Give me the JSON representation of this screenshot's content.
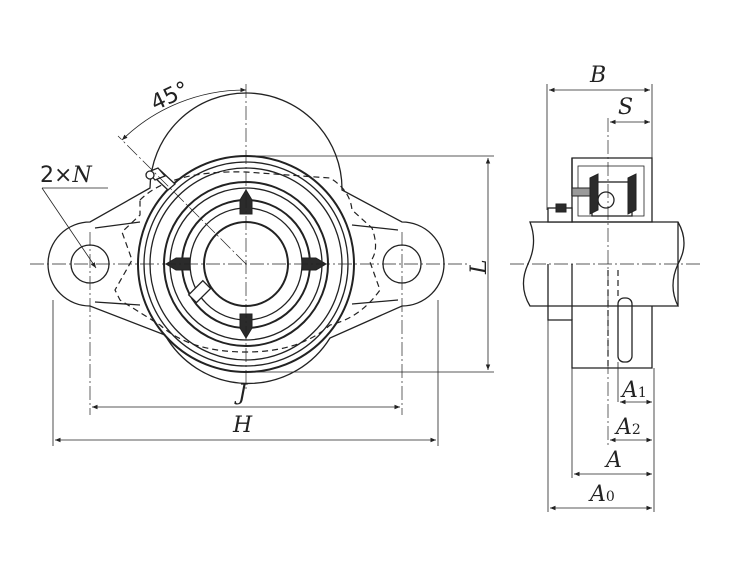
{
  "labels": {
    "angle": "45°",
    "holes": "2×N",
    "holes_count": "2×",
    "holes_var": "N",
    "J": "J",
    "H": "H",
    "L": "L",
    "B": "B",
    "S": "S",
    "A1_main": "A",
    "A1_sub": "1",
    "A2_main": "A",
    "A2_sub": "2",
    "A": "A",
    "A0_main": "A",
    "A0_sub": "0"
  }
}
